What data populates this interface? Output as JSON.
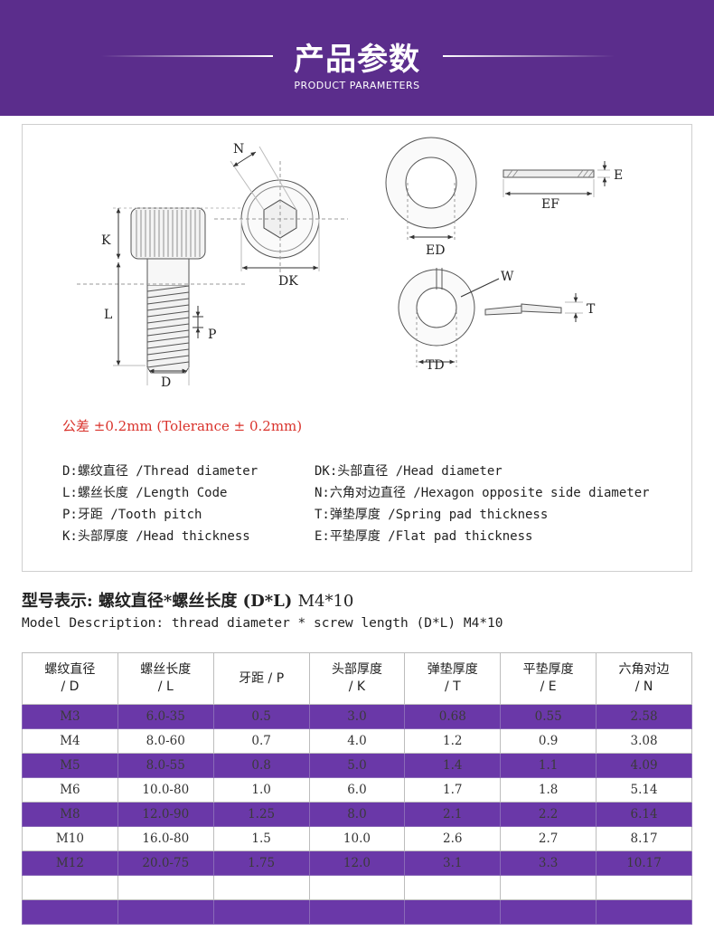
{
  "header": {
    "title": "产品参数",
    "subtitle": "PRODUCT PARAMETERS"
  },
  "drawing_labels": {
    "N": "N",
    "K": "K",
    "L": "L",
    "P": "P",
    "D": "D",
    "DK": "DK",
    "E": "E",
    "EF": "EF",
    "ED": "ED",
    "W": "W",
    "T": "T",
    "TD": "TD"
  },
  "tolerance": "公差 ±0.2mm (Tolerance ± 0.2mm)",
  "legend_left": [
    "D:螺纹直径 /Thread diameter",
    "L:螺丝长度 /Length Code",
    "P:牙距 /Tooth pitch",
    "K:头部厚度 /Head thickness"
  ],
  "legend_right": [
    "DK:头部直径 /Head diameter",
    "N:六角对边直径 /Hexagon opposite side diameter",
    "T:弹垫厚度 /Spring pad thickness",
    "E:平垫厚度 /Flat pad thickness"
  ],
  "model": {
    "title": "型号表示: 螺纹直径*螺丝长度 (D*L)",
    "code": "M4*10",
    "description": "Model Description: thread diameter * screw length (D*L) M4*10"
  },
  "colors": {
    "brand_purple": "#5b2d8c",
    "row_purple": "#6a38a8",
    "tolerance_red": "#d9322b"
  },
  "table": {
    "headers": [
      [
        "螺纹直径",
        "/ D"
      ],
      [
        "螺丝长度",
        "/ L"
      ],
      [
        "牙距 / P",
        ""
      ],
      [
        "头部厚度",
        "/ K"
      ],
      [
        "弹垫厚度",
        "/ T"
      ],
      [
        "平垫厚度",
        "/ E"
      ],
      [
        "六角对边",
        "/ N"
      ]
    ],
    "rows": [
      [
        "M3",
        "6.0-35",
        "0.5",
        "3.0",
        "0.68",
        "0.55",
        "2.58"
      ],
      [
        "M4",
        "8.0-60",
        "0.7",
        "4.0",
        "1.2",
        "0.9",
        "3.08"
      ],
      [
        "M5",
        "8.0-55",
        "0.8",
        "5.0",
        "1.4",
        "1.1",
        "4.09"
      ],
      [
        "M6",
        "10.0-80",
        "1.0",
        "6.0",
        "1.7",
        "1.8",
        "5.14"
      ],
      [
        "M8",
        "12.0-90",
        "1.25",
        "8.0",
        "2.1",
        "2.2",
        "6.14"
      ],
      [
        "M10",
        "16.0-80",
        "1.5",
        "10.0",
        "2.6",
        "2.7",
        "8.17"
      ],
      [
        "M12",
        "20.0-75",
        "1.75",
        "12.0",
        "3.1",
        "3.3",
        "10.17"
      ],
      [
        "",
        "",
        "",
        "",
        "",
        "",
        ""
      ],
      [
        "",
        "",
        "",
        "",
        "",
        "",
        ""
      ]
    ]
  }
}
